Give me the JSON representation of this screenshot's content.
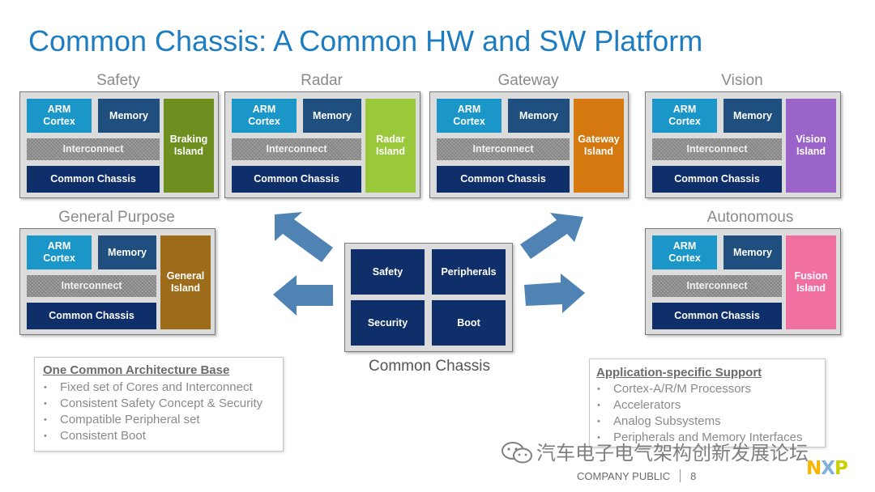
{
  "title": "Common Chassis: A Common HW and SW Platform",
  "colors": {
    "title_blue": "#1e7cc0",
    "arm_blue": "#1b96c8",
    "memory_blue": "#1f4f7e",
    "chassis_navy": "#0f2f6a",
    "arrow_blue": "#4f83b3"
  },
  "cards": [
    {
      "label": "Safety",
      "arm": "ARM\nCortex",
      "memory": "Memory",
      "interconnect": "Interconnect",
      "chassis": "Common Chassis",
      "island": "Braking\nIsland",
      "island_color": "#6e8f1f"
    },
    {
      "label": "Radar",
      "arm": "ARM\nCortex",
      "memory": "Memory",
      "interconnect": "Interconnect",
      "chassis": "Common Chassis",
      "island": "Radar\nIsland",
      "island_color": "#99c93a"
    },
    {
      "label": "Gateway",
      "arm": "ARM\nCortex",
      "memory": "Memory",
      "interconnect": "Interconnect",
      "chassis": "Common Chassis",
      "island": "Gateway\nIsland",
      "island_color": "#d5780f"
    },
    {
      "label": "Vision",
      "arm": "ARM\nCortex",
      "memory": "Memory",
      "interconnect": "Interconnect",
      "chassis": "Common Chassis",
      "island": "Vision\nIsland",
      "island_color": "#9a64c8"
    },
    {
      "label": "General Purpose",
      "arm": "ARM\nCortex",
      "memory": "Memory",
      "interconnect": "Interconnect",
      "chassis": "Common Chassis",
      "island": "General\nIsland",
      "island_color": "#9c6c1b"
    },
    {
      "label": "Autonomous",
      "arm": "ARM\nCortex",
      "memory": "Memory",
      "interconnect": "Interconnect",
      "chassis": "Common Chassis",
      "island": "Fusion\nIsland",
      "island_color": "#f070a2"
    }
  ],
  "center": {
    "blocks": [
      "Safety",
      "Peripherals",
      "Security",
      "Boot"
    ],
    "label": "Common Chassis"
  },
  "left_box": {
    "heading": "One Common Architecture Base",
    "items": [
      "Fixed set of Cores and Interconnect",
      "Consistent Safety Concept & Security",
      "Compatible Peripheral set",
      "Consistent Boot"
    ]
  },
  "right_box": {
    "heading": "Application-specific Support",
    "items": [
      "Cortex-A/R/M Processors",
      "Accelerators",
      "Analog Subsystems",
      "Peripherals and Memory Interfaces"
    ]
  },
  "arrows": [
    "arrow-up-left-icon",
    "arrow-left-icon",
    "arrow-up-right-icon",
    "arrow-right-icon"
  ],
  "footer": {
    "classification": "COMPANY PUBLIC",
    "page_number": "8"
  },
  "watermark": {
    "text": "汽车电子电气架构创新发展论坛",
    "icon": "wechat-icon"
  },
  "logo": {
    "letters": [
      "N",
      "X",
      "P"
    ],
    "colors": [
      "#f9b500",
      "#7bb1db",
      "#c9d200"
    ]
  }
}
